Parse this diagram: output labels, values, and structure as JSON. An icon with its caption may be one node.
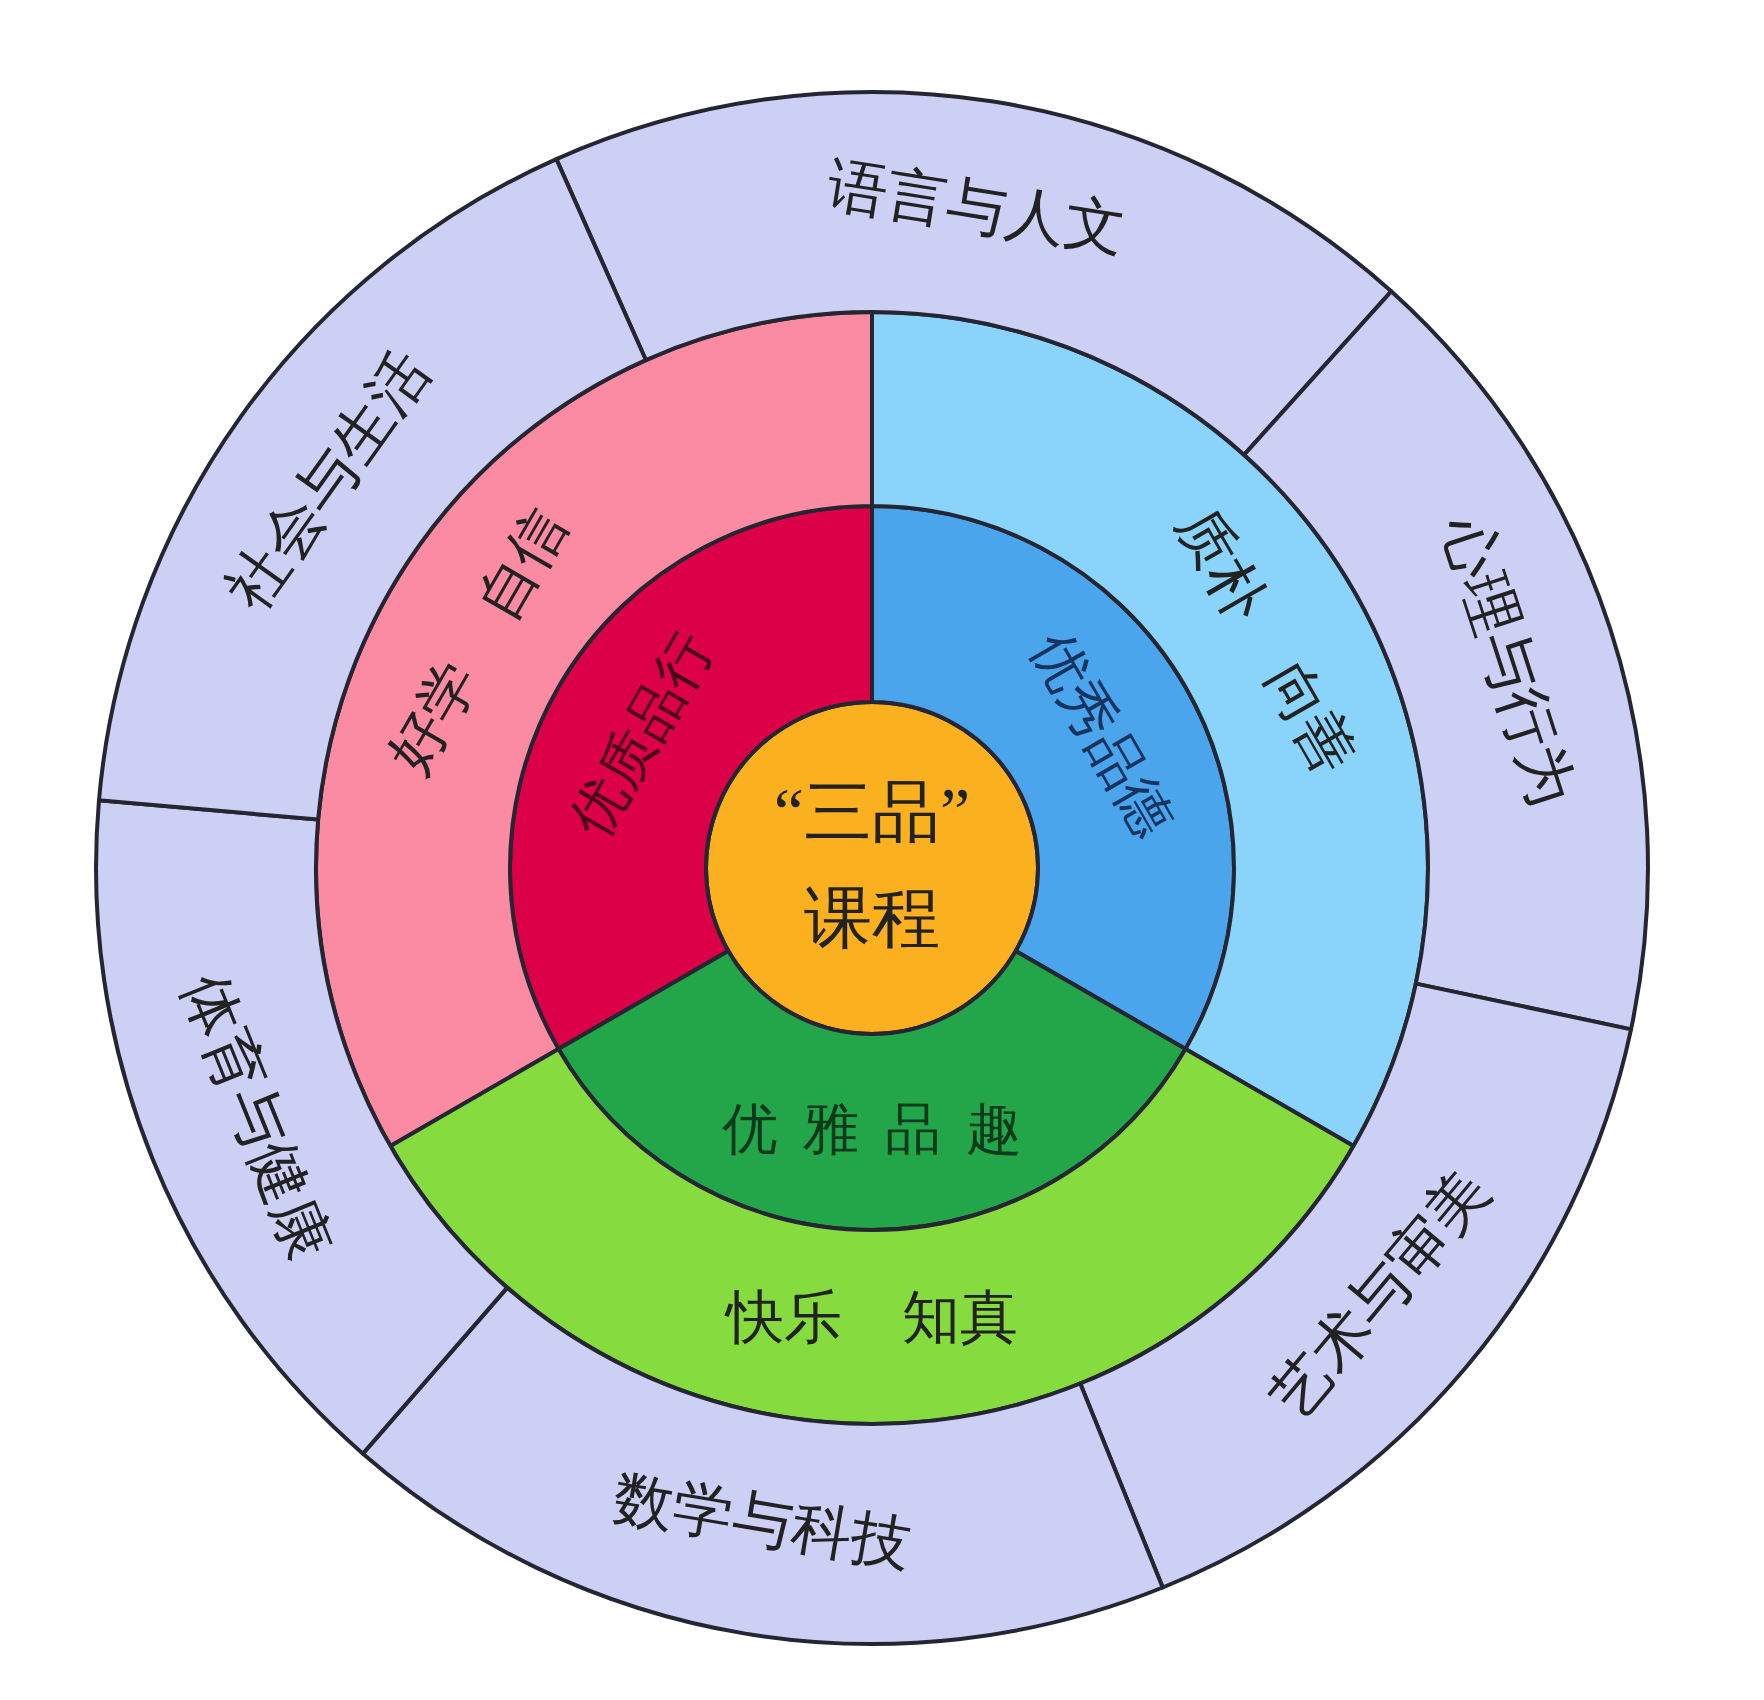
{
  "diagram": {
    "nodes": [
      {
        "text": [
          "“三品”课程"
        ]
      },
      {
        "text": [
          "优质品行"
        ]
      },
      {
        "text": [
          "优秀品德"
        ]
      },
      {
        "text": [
          "优雅品趣"
        ]
      },
      {
        "text": [
          "好学 自信"
        ]
      },
      {
        "text": [
          "质朴 向善"
        ]
      },
      {
        "text": [
          "快乐 知真"
        ]
      },
      {
        "text": [
          "语言与人文"
        ]
      },
      {
        "text": [
          "心理与行为"
        ]
      },
      {
        "text": [
          "艺术与审美"
        ]
      },
      {
        "text": [
          "数学与科技"
        ]
      },
      {
        "text": [
          "体育与健康"
        ]
      },
      {
        "text": [
          "社会与生活"
        ]
      }
    ]
  }
}
